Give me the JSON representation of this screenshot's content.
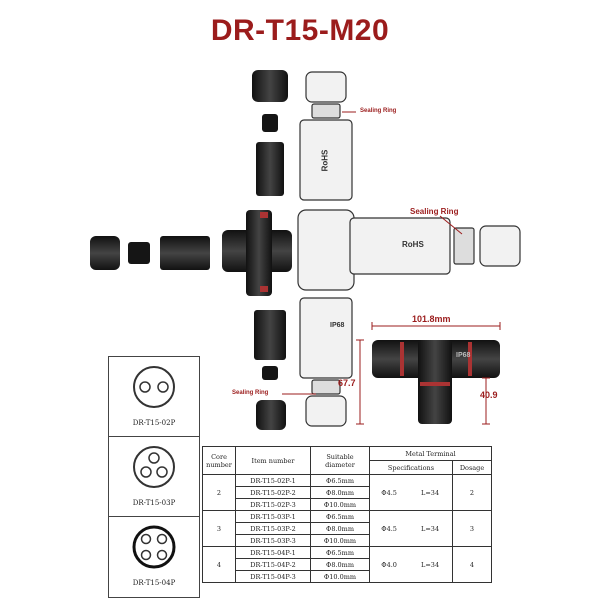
{
  "title": "DR-T15-M20",
  "labels": {
    "sealing_ring_top": "Sealing Ring",
    "sealing_ring_right": "Sealing Ring",
    "sealing_ring_bottom": "Sealing Ring",
    "rohs_1": "RoHS",
    "rohs_2": "RoHS",
    "ip68": "IP68",
    "ip68_photo": "IP68"
  },
  "dimensions": {
    "length": "101.8mm",
    "height": "67.7",
    "side": "40.9"
  },
  "pin_layouts": [
    {
      "caption": "DR-T15-02P",
      "pins": 2
    },
    {
      "caption": "DR-T15-03P",
      "pins": 3
    },
    {
      "caption": "DR-T15-04P",
      "pins": 4
    }
  ],
  "table": {
    "headers": {
      "core": "Core number",
      "item": "Item number",
      "diameter": "Suitable diameter",
      "terminal": "Metal Terminal",
      "spec": "Specifications",
      "dosage": "Dosage"
    },
    "groups": [
      {
        "core": "2",
        "spec_d": "Φ4.5",
        "spec_l": "L=34",
        "dosage": "2",
        "rows": [
          {
            "item": "DR-T15-02P-1",
            "dia": "Φ6.5mm"
          },
          {
            "item": "DR-T15-02P-2",
            "dia": "Φ8.0mm"
          },
          {
            "item": "DR-T15-02P-3",
            "dia": "Φ10.0mm"
          }
        ]
      },
      {
        "core": "3",
        "spec_d": "Φ4.5",
        "spec_l": "L=34",
        "dosage": "3",
        "rows": [
          {
            "item": "DR-T15-03P-1",
            "dia": "Φ6.5mm"
          },
          {
            "item": "DR-T15-03P-2",
            "dia": "Φ8.0mm"
          },
          {
            "item": "DR-T15-03P-3",
            "dia": "Φ10.0mm"
          }
        ]
      },
      {
        "core": "4",
        "spec_d": "Φ4.0",
        "spec_l": "L=34",
        "dosage": "4",
        "rows": [
          {
            "item": "DR-T15-04P-1",
            "dia": "Φ6.5mm"
          },
          {
            "item": "DR-T15-04P-2",
            "dia": "Φ8.0mm"
          },
          {
            "item": "DR-T15-04P-3",
            "dia": "Φ10.0mm"
          }
        ]
      }
    ]
  }
}
